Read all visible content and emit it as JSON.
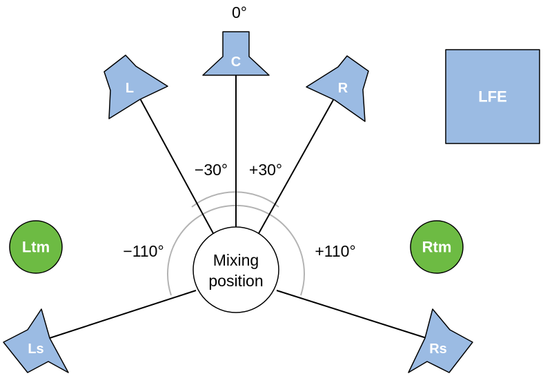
{
  "colors": {
    "speaker_fill": "#9bbbe3",
    "surround_top_fill": "#6dbb43",
    "outline": "#000000",
    "arc": "#b3b3b3"
  },
  "speakers": {
    "center": "C",
    "left": "L",
    "right": "R",
    "lfe": "LFE",
    "left_surround": "Ls",
    "right_surround": "Rs",
    "left_top_middle": "Ltm",
    "right_top_middle": "Rtm"
  },
  "angles": {
    "center": "0°",
    "left": "−30°",
    "right": "+30°",
    "left_surround": "−110°",
    "right_surround": "+110°"
  },
  "mixing_position": {
    "line1": "Mixing",
    "line2": "position"
  }
}
